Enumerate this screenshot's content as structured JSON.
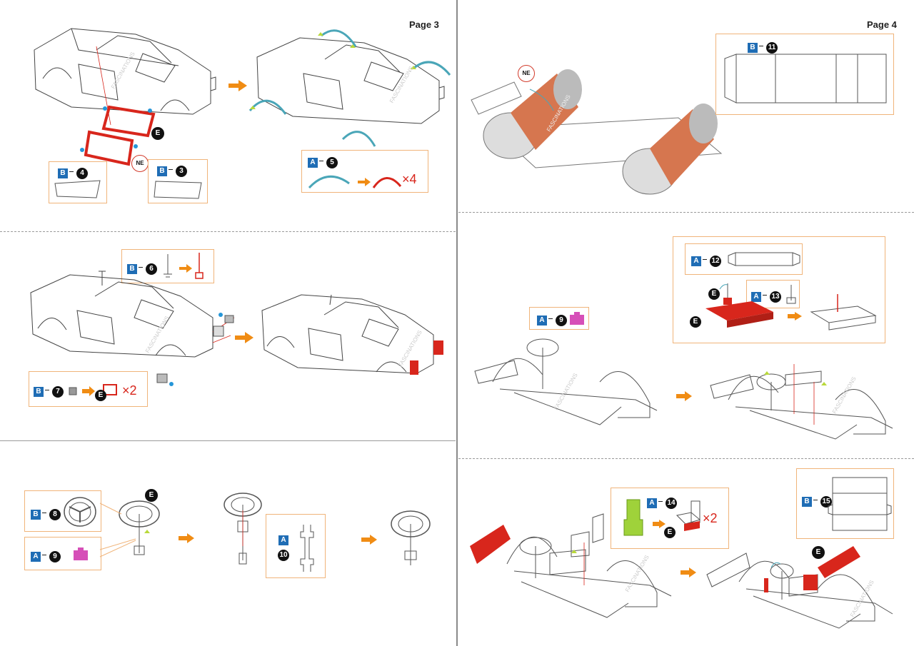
{
  "pages": {
    "left": "Page 3",
    "right": "Page 4"
  },
  "labels": {
    "E": "E",
    "NE": "NE",
    "A": "A",
    "B": "B"
  },
  "steps": {
    "s3": {
      "tag": "B",
      "num": "3"
    },
    "s4": {
      "tag": "B",
      "num": "4"
    },
    "s5": {
      "tag": "A",
      "num": "5",
      "mult": "×4"
    },
    "s6": {
      "tag": "B",
      "num": "6"
    },
    "s7": {
      "tag": "B",
      "num": "7",
      "mult": "×2"
    },
    "s8": {
      "tag": "B",
      "num": "8"
    },
    "s9a": {
      "tag": "A",
      "num": "9"
    },
    "s10": {
      "tag": "A",
      "num": "10"
    },
    "s9b": {
      "tag": "A",
      "num": "9"
    },
    "s11": {
      "tag": "B",
      "num": "11"
    },
    "s12": {
      "tag": "A",
      "num": "12"
    },
    "s13": {
      "tag": "A",
      "num": "13"
    },
    "s14": {
      "tag": "A",
      "num": "14",
      "mult": "×2"
    },
    "s15": {
      "tag": "B",
      "num": "15"
    }
  },
  "watermark": "FASCINATIONS",
  "colors": {
    "callout_border": "#f0b47a",
    "tag_blue": "#1f6db5",
    "part_red": "#d8261c",
    "arrow_orange": "#f08c14",
    "arch_teal": "#4aa6b8",
    "copper": "#d6764f",
    "seat_green": "#9fd23a",
    "pink": "#d64fb8",
    "dot_blue": "#2596d8",
    "triangle_green": "#b9d93a"
  }
}
